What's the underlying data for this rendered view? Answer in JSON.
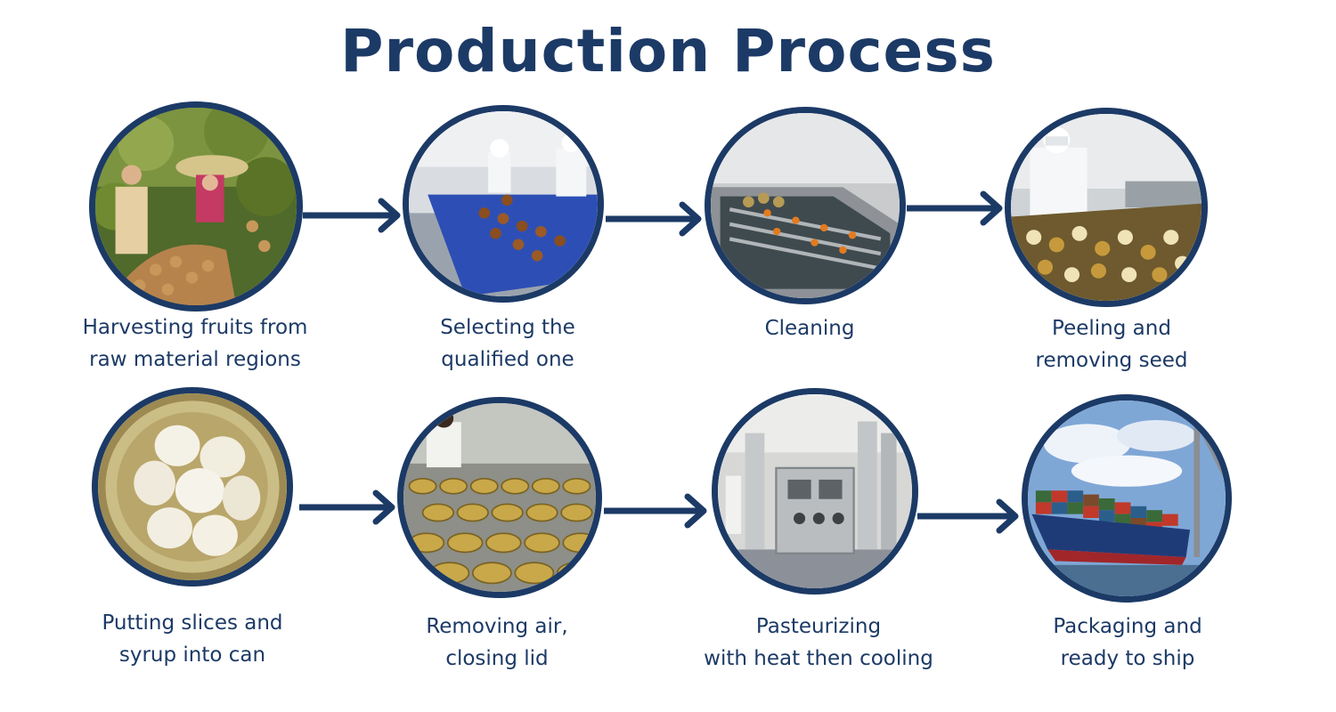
{
  "title": "Production Process",
  "colors": {
    "primary": "#1c3a66"
  },
  "steps": [
    {
      "id": "harvesting",
      "image": "farmers-harvesting-fruit-photo",
      "caption_lines": [
        "Harvesting fruits from",
        "raw material regions"
      ]
    },
    {
      "id": "selecting",
      "image": "workers-sorting-fruit-on-conveyor-photo",
      "caption_lines": [
        "Selecting the",
        "qualified one"
      ]
    },
    {
      "id": "cleaning",
      "image": "fruit-washing-machine-photo",
      "caption_lines": [
        "Cleaning"
      ]
    },
    {
      "id": "peeling",
      "image": "worker-peeling-fruit-photo",
      "caption_lines": [
        "Peeling and",
        "removing seed"
      ]
    },
    {
      "id": "canning",
      "image": "peeled-fruit-in-syrup-can-photo",
      "caption_lines": [
        "Putting slices and",
        "syrup into can"
      ]
    },
    {
      "id": "sealing",
      "image": "metal-cans-on-production-line-photo",
      "caption_lines": [
        "Removing air,",
        "closing lid"
      ]
    },
    {
      "id": "pasteurizing",
      "image": "pasteurization-machine-photo",
      "caption_lines": [
        "Pasteurizing",
        "with heat then cooling"
      ]
    },
    {
      "id": "shipping",
      "image": "container-cargo-ship-photo",
      "caption_lines": [
        "Packaging and",
        "ready to ship"
      ]
    }
  ]
}
